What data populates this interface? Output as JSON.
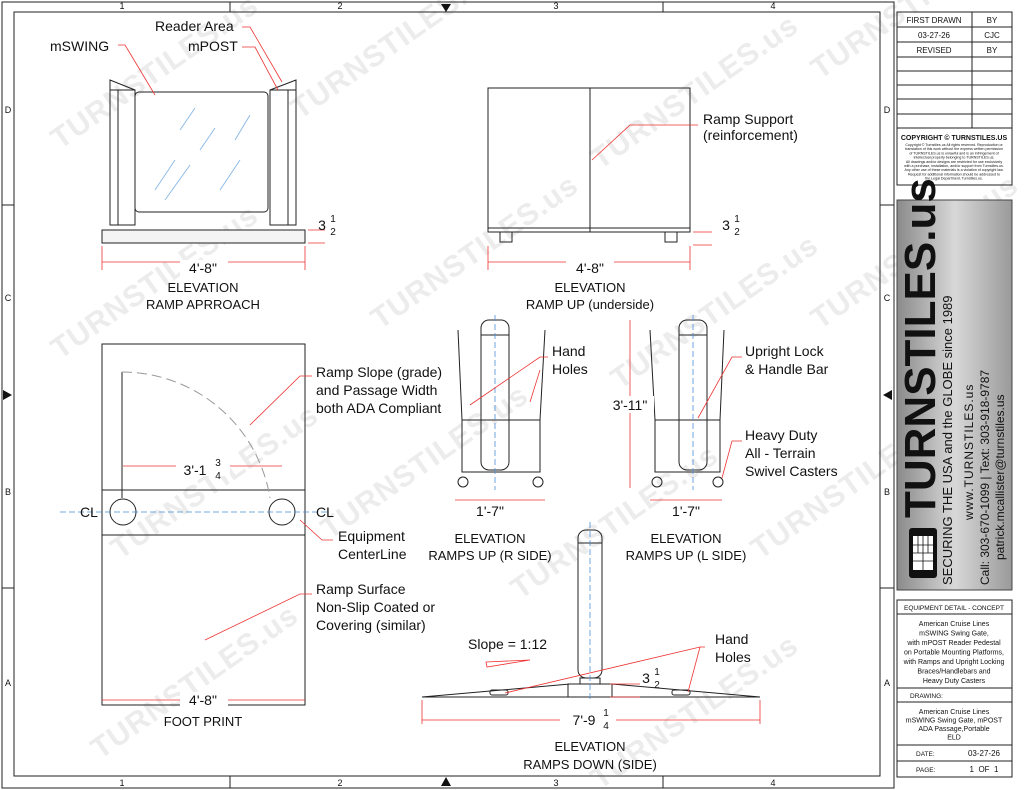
{
  "zones": {
    "columns": [
      "1",
      "2",
      "3",
      "4"
    ],
    "rows": [
      "D",
      "C",
      "B",
      "A"
    ]
  },
  "watermark": "TURNSTILES.us",
  "views": {
    "approach": {
      "title": "ELEVATION",
      "subtitle": "RAMP APRROACH",
      "width_dim": "4'-8\"",
      "height_dim": {
        "whole": "3",
        "num": "1",
        "den": "2"
      },
      "labels": {
        "mswing": "mSWING",
        "reader_area": "Reader Area",
        "mpost": "mPOST"
      }
    },
    "underside": {
      "title": "ELEVATION",
      "subtitle": "RAMP UP (underside)",
      "width_dim": "4'-8\"",
      "height_dim": {
        "whole": "3",
        "num": "1",
        "den": "2"
      },
      "labels": {
        "support_1": "Ramp Support",
        "support_2": "(reinforcement)"
      }
    },
    "footprint": {
      "title": "FOOT PRINT",
      "width_dim": "4'-8\"",
      "swing_dim": {
        "whole": "3'-1",
        "num": "3",
        "den": "4"
      },
      "cl": "CL",
      "labels": {
        "slope_1": "Ramp Slope (grade)",
        "slope_2": "and Passage Width",
        "slope_3": "both ADA Compliant",
        "cl_1": "Equipment",
        "cl_2": "CenterLine",
        "surface_1": "Ramp Surface",
        "surface_2": "Non-Slip Coated or",
        "surface_3": "Covering (similar)"
      }
    },
    "r_side": {
      "title": "ELEVATION",
      "subtitle": "RAMPS UP (R SIDE)",
      "width_dim": "1'-7\"",
      "labels": {
        "hand_1": "Hand",
        "hand_2": "Holes"
      }
    },
    "l_side": {
      "title": "ELEVATION",
      "subtitle": "RAMPS UP (L SIDE)",
      "width_dim": "1'-7\"",
      "height_dim": "3'-11\"",
      "labels": {
        "lock_1": "Upright Lock",
        "lock_2": "& Handle Bar",
        "casters_1": "Heavy Duty",
        "casters_2": "All - Terrain",
        "casters_3": "Swivel Casters"
      }
    },
    "down": {
      "title": "ELEVATION",
      "subtitle": "RAMPS DOWN (SIDE)",
      "width_dim": {
        "whole": "7'-9",
        "num": "1",
        "den": "4"
      },
      "height_dim": {
        "whole": "3",
        "num": "1",
        "den": "2"
      },
      "labels": {
        "slope": "Slope = 1:12",
        "hand_1": "Hand",
        "hand_2": "Holes"
      }
    }
  },
  "title_block": {
    "first_drawn": "FIRST DRAWN",
    "by": "BY",
    "first_date": "03-27-26",
    "first_by": "CJC",
    "revised": "REVISED",
    "revised_by": "BY",
    "copyright_title": "COPYRIGHT © TURNSTILES.US",
    "copyright_lines": [
      "Copyright © Turnstiles.us All rights reserved. Reproduction or",
      "translation of this work without the express written permission",
      "of TURNSTILES.us is unlawful and is an infringement of",
      "intellectual property belonging to TURNSTILES.us.",
      "All drawings and/or designs are restricted for use exclusively",
      "with a purchase, installation, and/or support from Turnstiles.us.",
      "Any other use of these materials is a violation of copyright law.",
      "Request for additional information should be addressed to",
      "the Legal Department, Turnstiles.us."
    ],
    "logo": {
      "brand": "TURNSTILES.us",
      "tagline": "SECURING THE USA and the GLOBE since 1989",
      "web": "www.TURNSTILES.us",
      "phone": "Call: 303-670-1099  |  Text: 303-918-9787",
      "email": "patrick.mcallister@turnstiles.us"
    },
    "section": "EQUIPMENT DETAIL - CONCEPT",
    "description": [
      "American Cruise Lines",
      "mSWING Swing Gate,",
      "with mPOST Reader Pedestal",
      "on Portable Mounting Platforms,",
      "with Ramps and Upright Locking",
      "Braces/Handlebars and",
      "Heavy Duty Casters"
    ],
    "drawing_label": "DRAWING:",
    "drawing_name": [
      "American Cruise Lines",
      "mSWING Swing Gate, mPOST",
      "ADA Passage,Portable",
      "ELD"
    ],
    "date_label": "DATE:",
    "date": "03-27-26",
    "page_label": "PAGE:",
    "page": "1  OF  1"
  }
}
